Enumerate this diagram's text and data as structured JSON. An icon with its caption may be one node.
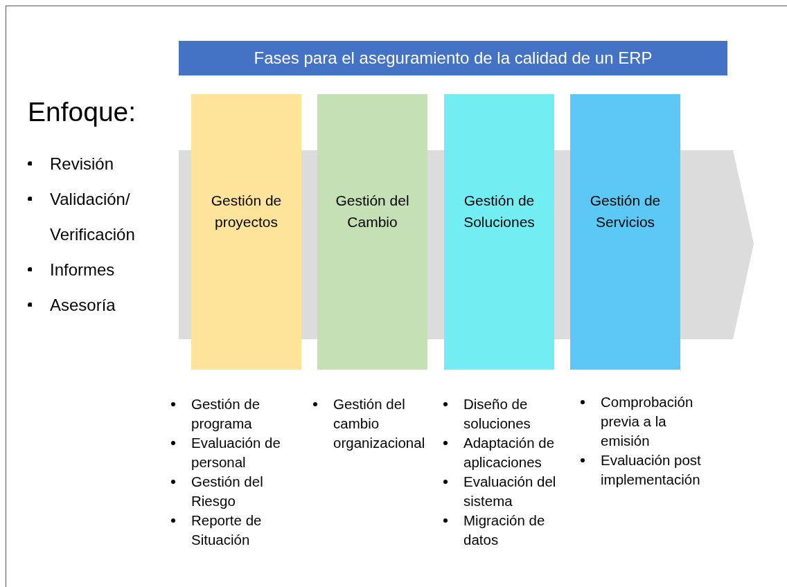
{
  "diagram": {
    "title": "Fases para el aseguramiento de la calidad de un ERP",
    "nodes": [
      {
        "text": [
          "Gestión de proyectos"
        ],
        "beside": [
          "Gestión de programa",
          "Evaluación de personal",
          "Gestión del Riesgo",
          "Reporte de Situación"
        ]
      },
      {
        "text": [
          "Gestión del Cambio"
        ],
        "beside": [
          "Gestión del cambio organizacional"
        ]
      },
      {
        "text": [
          "Gestión de Soluciones"
        ],
        "beside": [
          "Diseño de soluciones",
          "Adaptación de aplicaciones",
          "Evaluación del sistema",
          "Migración de datos"
        ]
      },
      {
        "text": [
          "Gestión de Servicios"
        ],
        "beside": [
          "Comprobación previa a la emisión",
          "Evaluación post implementación"
        ]
      }
    ],
    "edges": [],
    "labels": [
      "Enfoque:",
      "Revisión",
      "Validación/ Verificación",
      "Informes",
      "Asesoría"
    ]
  }
}
